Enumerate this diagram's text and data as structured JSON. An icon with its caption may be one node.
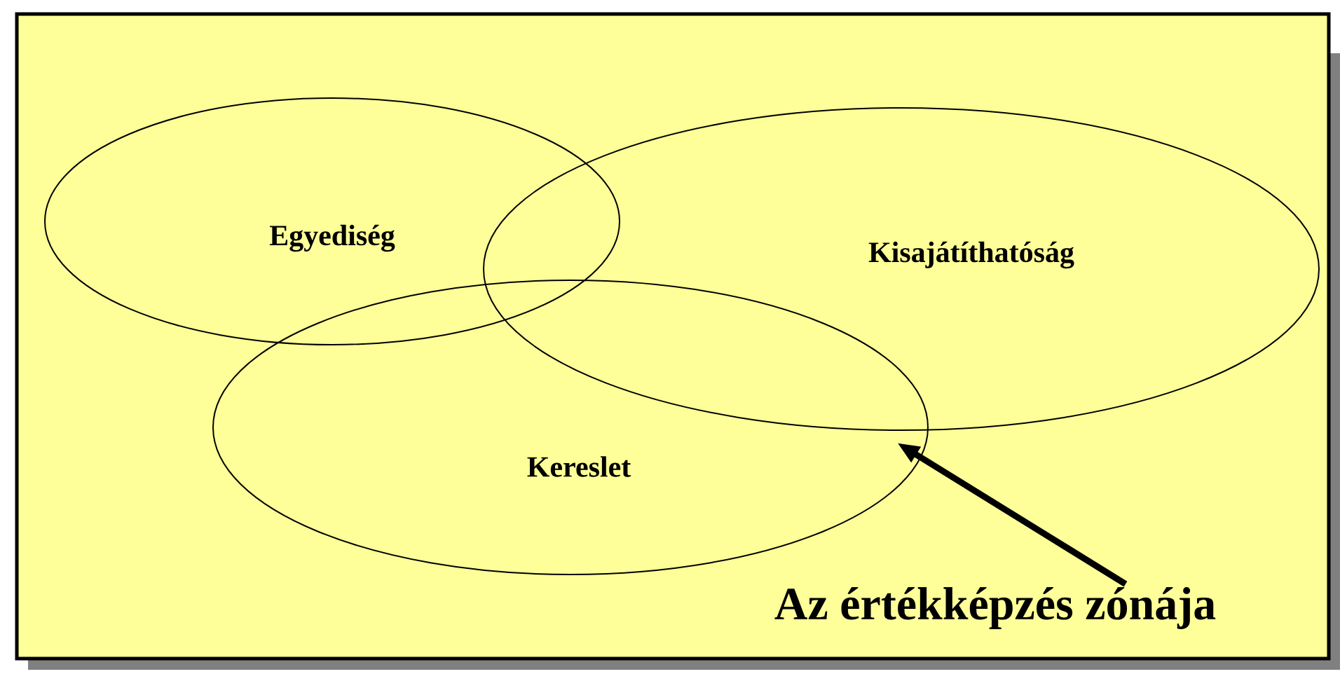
{
  "diagram": {
    "nodes": [
      {
        "text": [
          "Egyediség"
        ]
      },
      {
        "text": [
          "Kisajátíthatóság"
        ]
      },
      {
        "text": [
          "Kereslet"
        ]
      },
      {
        "text": [
          "Az értékképzés zónája"
        ]
      }
    ],
    "edges": [
      {
        "from": 3,
        "to": 2,
        "arrow": "to"
      }
    ]
  }
}
